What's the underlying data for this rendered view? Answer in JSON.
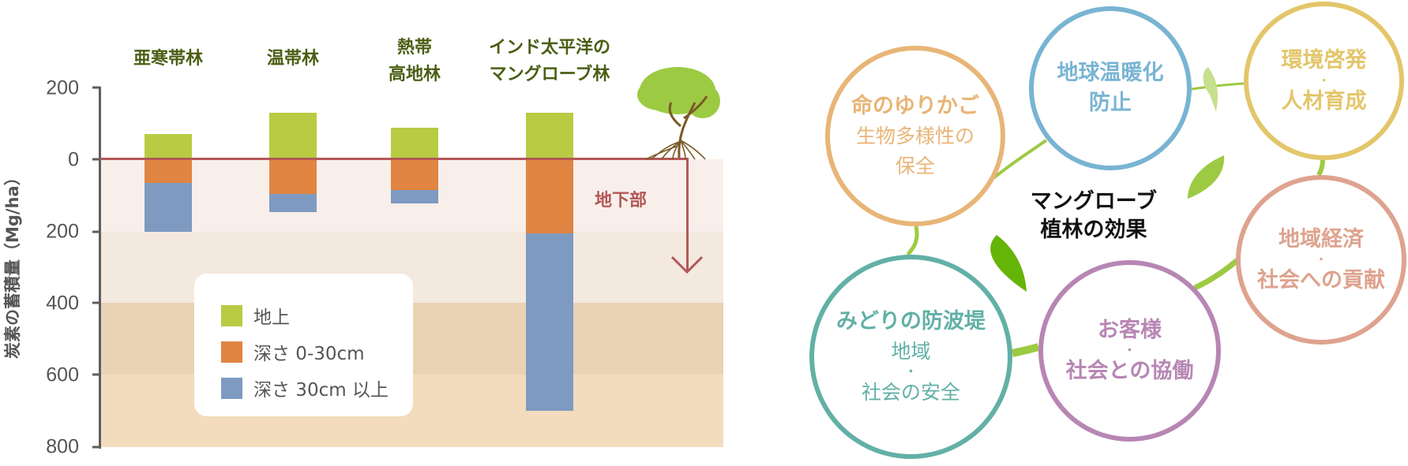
{
  "chart": {
    "category_labels": [
      {
        "line1": "亜寒帯林",
        "line2": ""
      },
      {
        "line1": "温帯林",
        "line2": ""
      },
      {
        "line1": "熱帯",
        "line2": "高地林"
      },
      {
        "line1": "インド太平洋の",
        "line2": "マングローブ林"
      }
    ],
    "y_axis_label": "炭素の蓄積量（Mg/ha）",
    "y_ticks": [
      "200",
      "0",
      "200",
      "400",
      "600",
      "800"
    ],
    "underground_label": "地下部",
    "legend": [
      {
        "label": "地上",
        "color": "#b9cb43"
      },
      {
        "label": "深さ 0-30cm",
        "color": "#e08542"
      },
      {
        "label": "深さ 30cm 以上",
        "color": "#7e9ac1"
      }
    ]
  },
  "diagram": {
    "center_title_line1": "マングローブ",
    "center_title_line2": "植林の効果",
    "circles": [
      {
        "name": "cradle-of-life",
        "title": "命のゆりかご",
        "sub1": "生物多様性の",
        "dot": "",
        "sub2": "保全",
        "color": "#e8b577"
      },
      {
        "name": "global-warming",
        "title": "地球温暖化",
        "sub1": "防止",
        "dot": "",
        "sub2": "",
        "color": "#79b4d3"
      },
      {
        "name": "environmental-education",
        "title": "環境啓発",
        "sub1": "人材育成",
        "dot": "・",
        "sub2": "",
        "color": "#e3c66a"
      },
      {
        "name": "local-economy",
        "title": "地域経済",
        "sub1": "社会への貢献",
        "dot": "・",
        "sub2": "",
        "color": "#dea38f"
      },
      {
        "name": "customer-collaboration",
        "title": "お客様",
        "sub1": "社会との協働",
        "dot": "・",
        "sub2": "",
        "color": "#b786b4"
      },
      {
        "name": "green-breakwater",
        "title": "みどりの防波堤",
        "sub1": "地域",
        "dot": "・",
        "sub2": "社会の安全",
        "color": "#62b0a6"
      }
    ]
  },
  "chart_data": {
    "type": "bar",
    "stacked": true,
    "title": "",
    "categories": [
      "亜寒帯林",
      "温帯林",
      "熱帯高地林",
      "インド太平洋のマングローブ林"
    ],
    "series": [
      {
        "name": "地上",
        "values": [
          70,
          130,
          88,
          130
        ],
        "color": "#b9cb43"
      },
      {
        "name": "深さ 0-30cm",
        "values": [
          -66,
          -97,
          -86,
          -207
        ],
        "color": "#e08542"
      },
      {
        "name": "深さ 30cm 以上",
        "values": [
          -134,
          -50,
          -37,
          -494
        ],
        "color": "#7e9ac1"
      }
    ],
    "xlabel": "",
    "ylabel": "炭素の蓄積量（Mg/ha）",
    "ylim": [
      -800,
      200
    ],
    "yticks": [
      200,
      0,
      -200,
      -400,
      -600,
      -800
    ],
    "ytick_labels": [
      "200",
      "0",
      "200",
      "400",
      "600",
      "800"
    ],
    "annotations": [
      "地下部"
    ],
    "legend_position": "inside-lower-left",
    "grid": false
  }
}
